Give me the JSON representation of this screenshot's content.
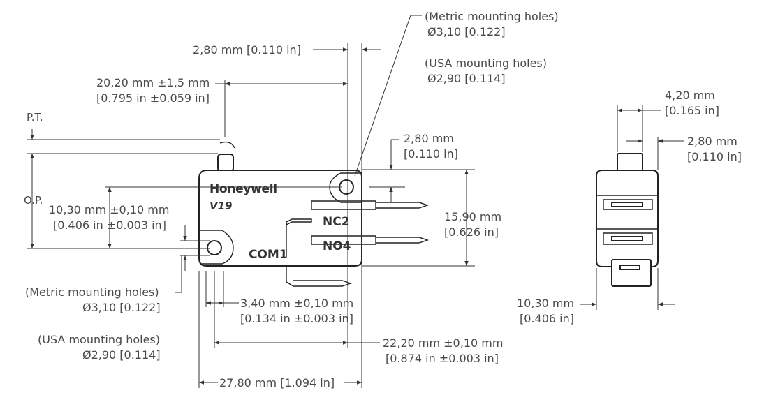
{
  "labels": {
    "pt": "P.T.",
    "op": "O.P.",
    "brand": "Honeywell",
    "model": "V19",
    "nc": "NC2",
    "no": "NO4",
    "com": "COM1"
  },
  "dimensions": {
    "top_metric_holes_1": "(Metric mounting holes)",
    "top_metric_holes_2": "Ø3,10 [0.122]",
    "top_usa_holes_1": "(USA mounting holes)",
    "top_usa_holes_2": "Ø2,90 [0.114]",
    "lever_offset": "2,80 mm [0.110 in]",
    "pt_1": "20,20 mm ±1,5 mm",
    "pt_2": "[0.795 in ±0.059 in]",
    "hole_offset_1": "2,80 mm",
    "hole_offset_2": "[0.110 in]",
    "hole_spacing_v_1": "10,30 mm ±0,10 mm",
    "hole_spacing_v_2": "[0.406 in ±0.003 in]",
    "height_1": "15,90 mm",
    "height_2": "[0.626 in]",
    "bottom_metric_holes_1": "(Metric mounting holes)",
    "bottom_metric_holes_2": "Ø3,10 [0.122]",
    "bottom_usa_holes_1": "(USA mounting holes)",
    "bottom_usa_holes_2": "Ø2,90 [0.114]",
    "hole_edge_1": "3,40 mm ±0,10 mm",
    "hole_edge_2": "[0.134 in ±0.003 in]",
    "hole_spacing_h_1": "22,20 mm ±0,10 mm",
    "hole_spacing_h_2": "[0.874 in ±0.003 in]",
    "length": "27,80 mm [1.094 in]",
    "side_width_1": "4,20 mm",
    "side_width_2": "[0.165 in]",
    "side_term_1": "2,80 mm",
    "side_term_2": "[0.110 in]",
    "side_depth_1": "10,30 mm",
    "side_depth_2": "[0.406 in]"
  }
}
